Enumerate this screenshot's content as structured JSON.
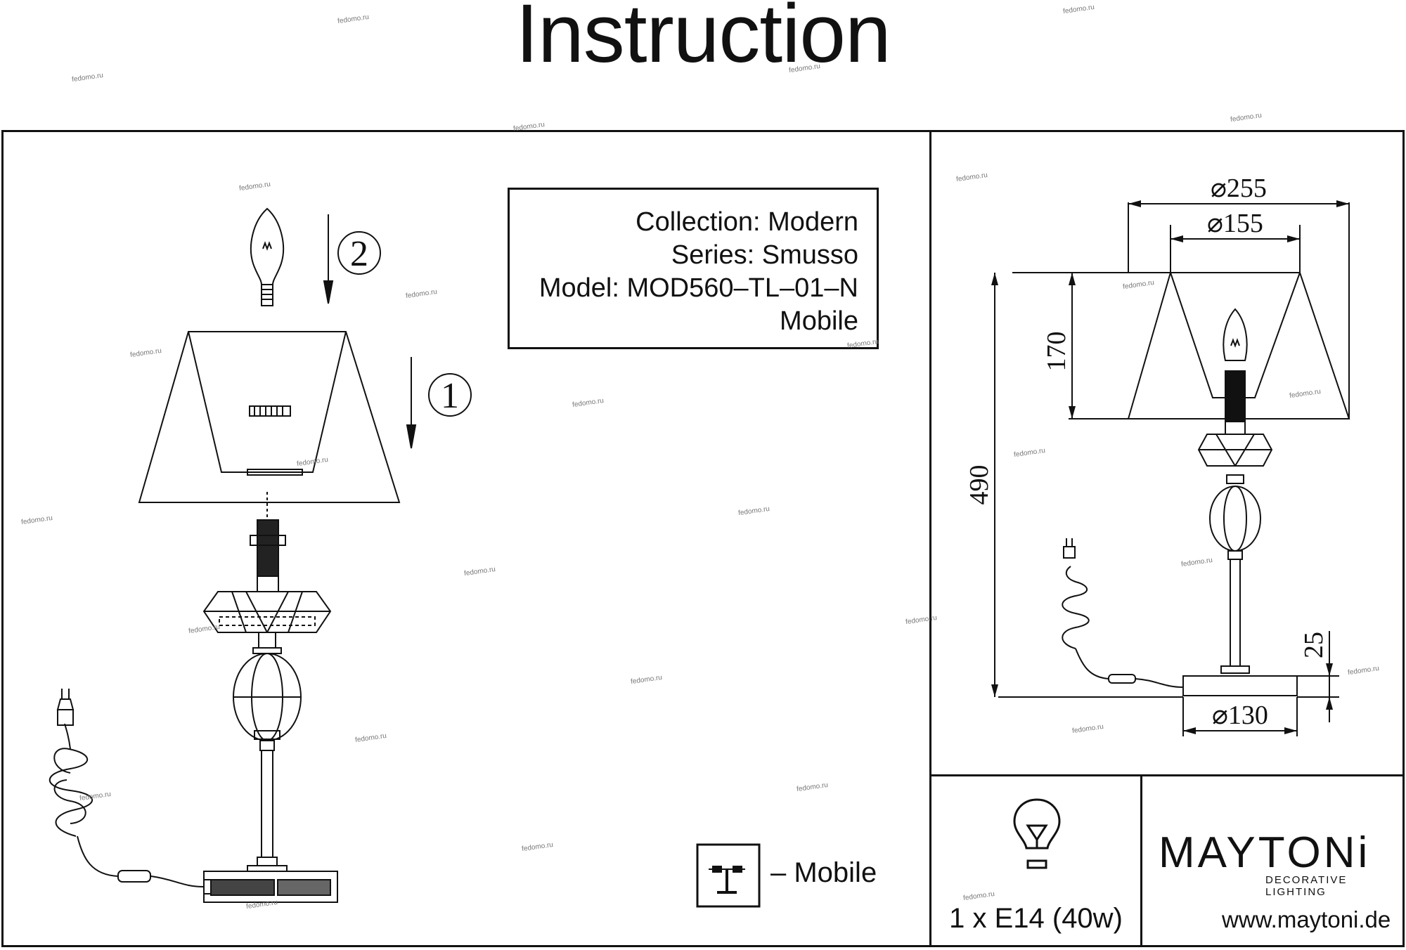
{
  "header": {
    "title": "Instruction"
  },
  "info_box": {
    "collection": "Collection: Modern",
    "series": "Series: Smusso",
    "model": "Model: MOD560–TL–01–N",
    "mobility": "Mobile"
  },
  "assembly": {
    "step1": "1",
    "step2": "2"
  },
  "legend": {
    "mobile_label": "– Mobile",
    "icon": "mobile-lamp-icon"
  },
  "dimensions": {
    "shade_outer": "⌀255",
    "shade_inner": "⌀155",
    "shade_height": "170",
    "total_height": "490",
    "base_height": "25",
    "base_diameter": "⌀130"
  },
  "specs": {
    "bulb": "1 x E14 (40w)",
    "icon": "bulb-icon"
  },
  "brand": {
    "name": "MAYTONi",
    "tagline": "DECORATIVE LIGHTING",
    "url": "www.maytoni.de"
  },
  "watermark": "fedomo.ru"
}
